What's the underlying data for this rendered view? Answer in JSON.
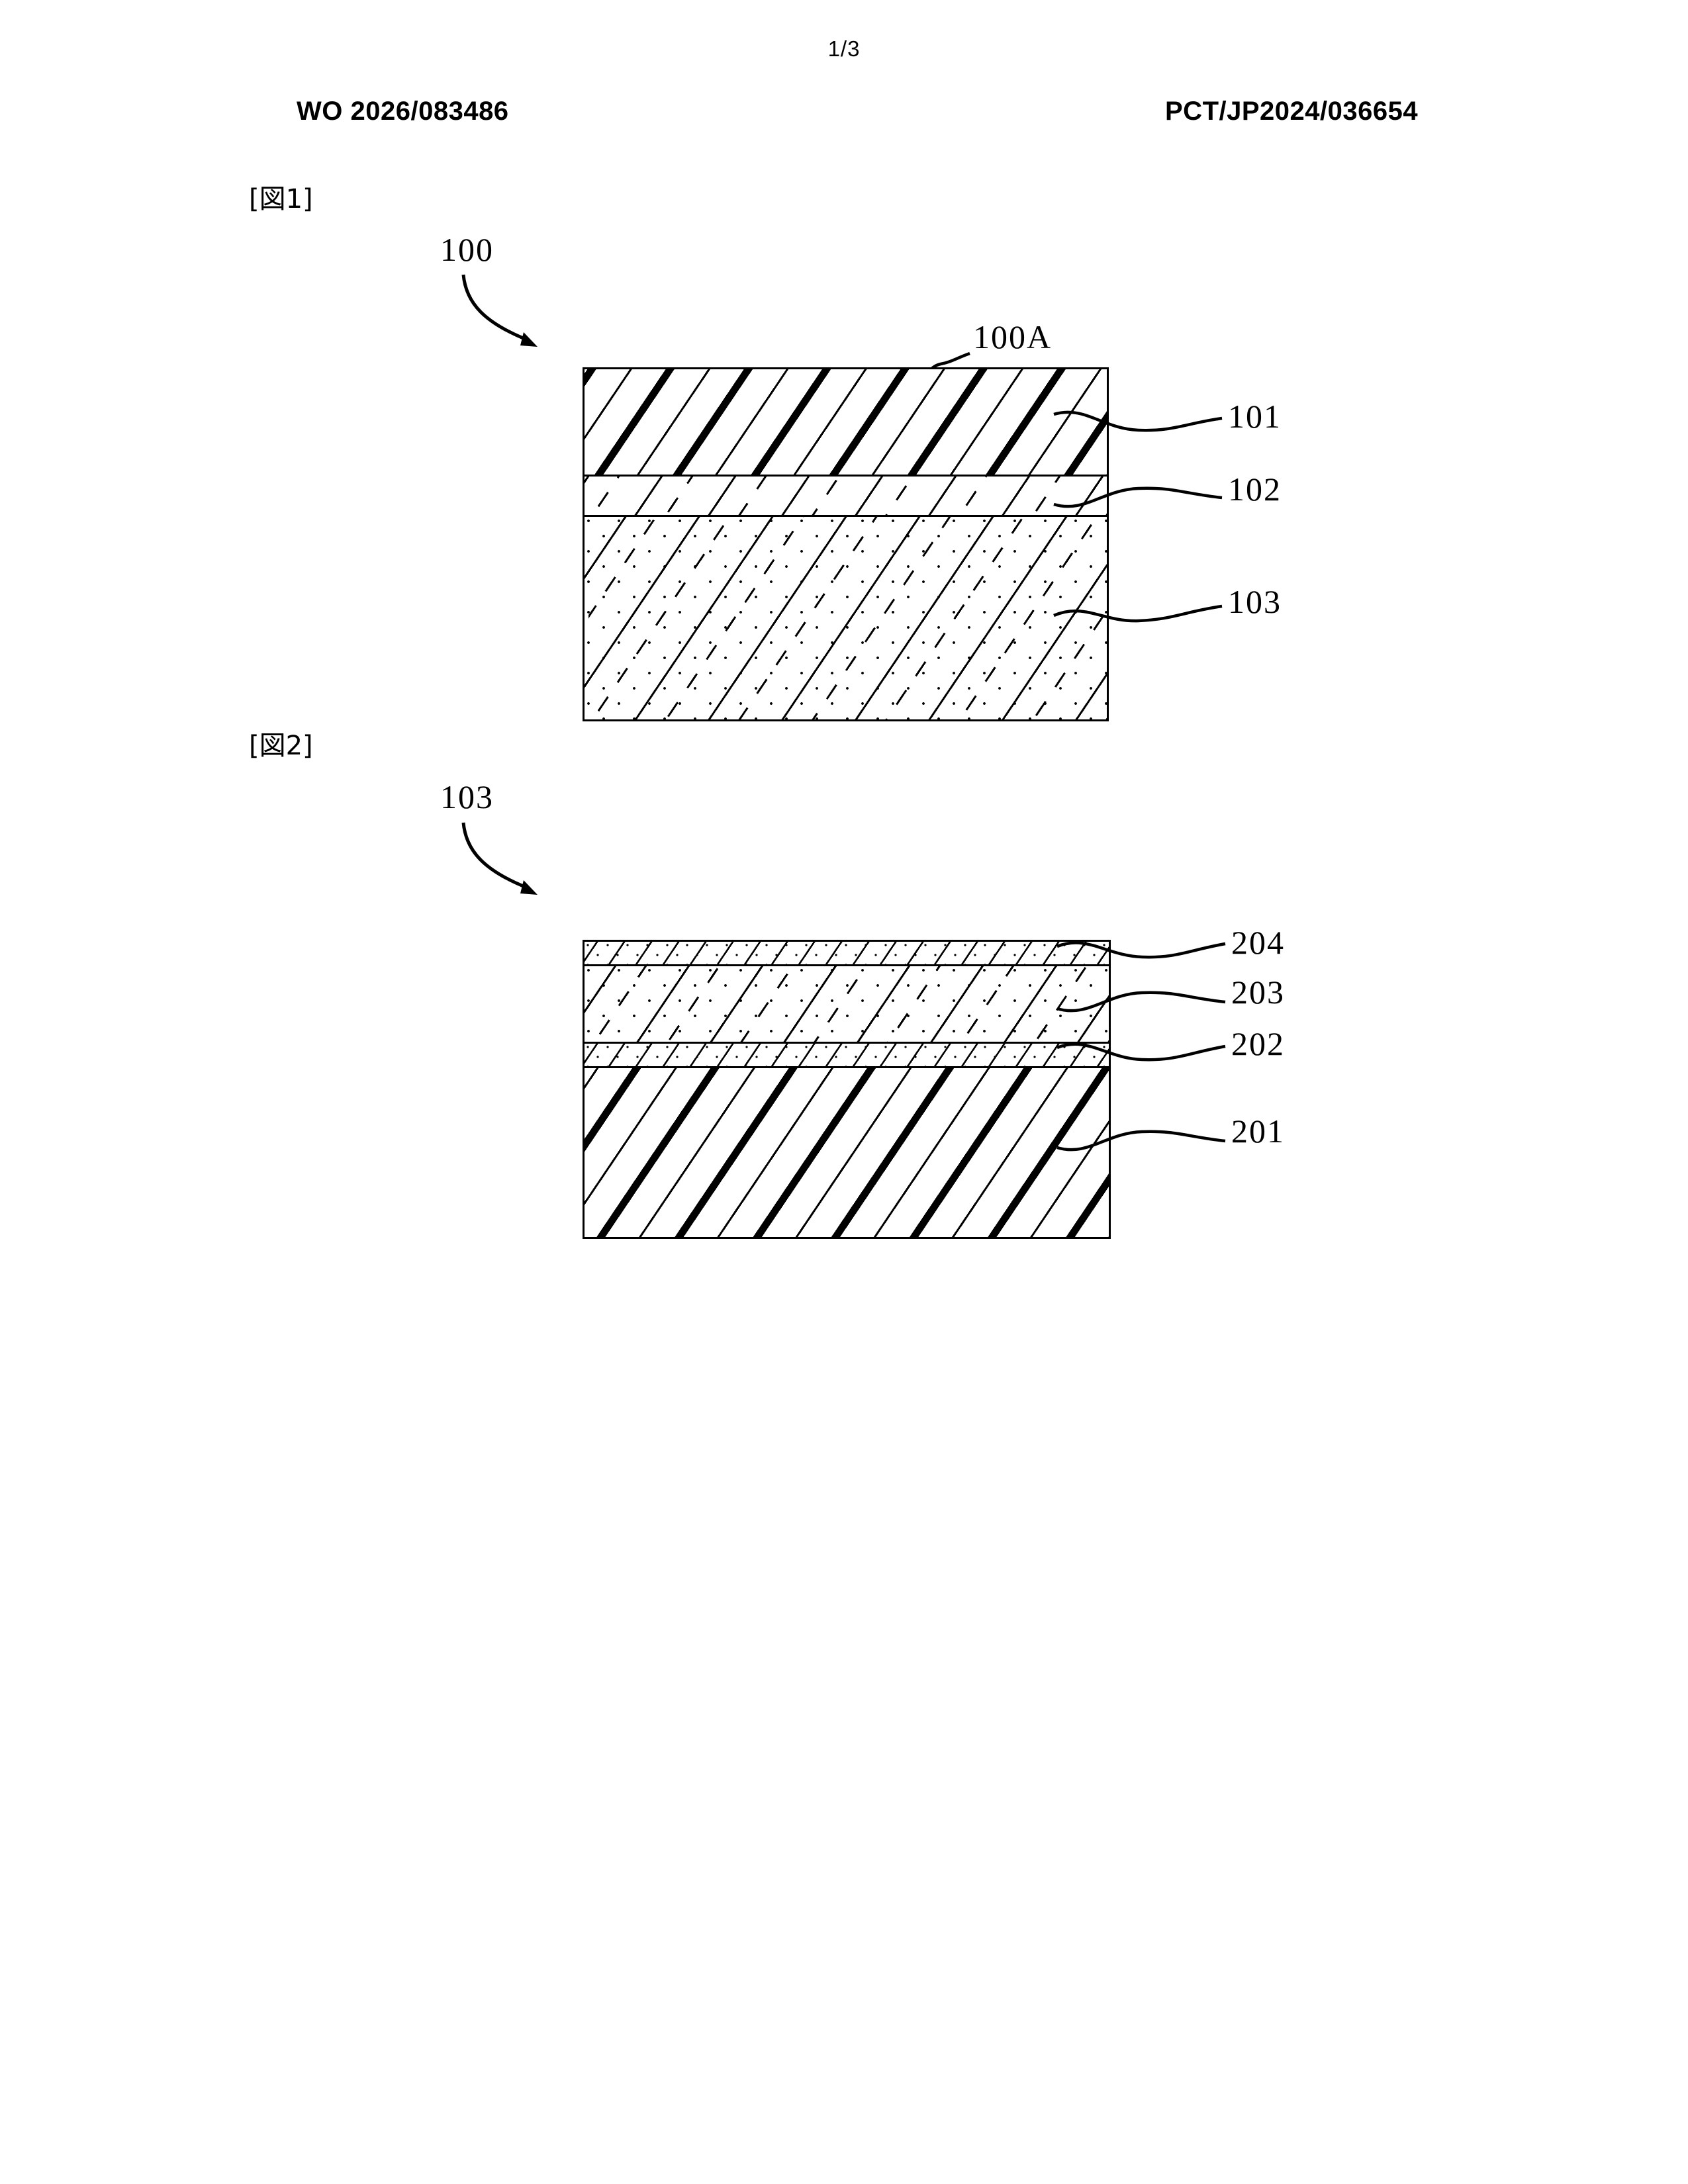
{
  "document": {
    "page_number": "1/3",
    "header_left": "WO 2026/083486",
    "header_right": "PCT/JP2024/036654"
  },
  "figures": [
    {
      "caption": "[図1]",
      "callout": "100",
      "top_label": "100A",
      "layers": [
        {
          "ref": "101",
          "pattern": "thick-thin-hatch"
        },
        {
          "ref": "102",
          "pattern": "solid-dashed-hatch"
        },
        {
          "ref": "103",
          "pattern": "dotted-solid-dashed-hatch"
        }
      ]
    },
    {
      "caption": "[図2]",
      "callout": "103",
      "layers": [
        {
          "ref": "204",
          "pattern": "dotted-dense-hatch"
        },
        {
          "ref": "203",
          "pattern": "dotted-solid-dashed-hatch"
        },
        {
          "ref": "202",
          "pattern": "dotted-dense-hatch"
        },
        {
          "ref": "201",
          "pattern": "thick-thin-hatch"
        }
      ]
    }
  ]
}
